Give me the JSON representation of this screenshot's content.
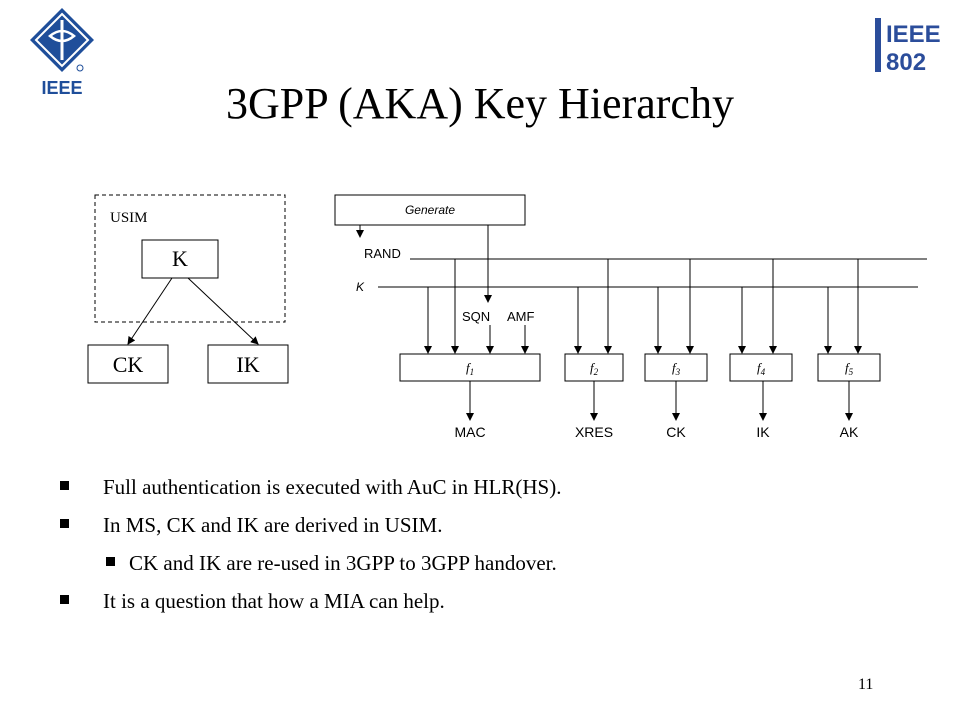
{
  "slide": {
    "title": "3GPP (AKA)  Key Hierarchy",
    "page_number": "11"
  },
  "logos": {
    "left": {
      "icon": "ieee-logo-icon",
      "text": "IEEE",
      "color": "#1f4e9a"
    },
    "right": {
      "icon": "ieee-802-logo-icon",
      "line1": "IEEE",
      "line2": "802",
      "color": "#2b4d9b"
    }
  },
  "usim_diagram": {
    "container_label": "USIM",
    "root_key": "K",
    "derived_keys": [
      "CK",
      "IK"
    ]
  },
  "aka_diagram": {
    "generate_label": "Generate",
    "rand_label": "RAND",
    "k_label": "K",
    "sqn_label": "SQN",
    "amf_label": "AMF",
    "functions": [
      {
        "base": "f",
        "sub": "1",
        "output": "MAC"
      },
      {
        "base": "f",
        "sub": "2",
        "output": "XRES"
      },
      {
        "base": "f",
        "sub": "3",
        "output": "CK"
      },
      {
        "base": "f",
        "sub": "4",
        "output": "IK"
      },
      {
        "base": "f",
        "sub": "5",
        "output": "AK"
      }
    ]
  },
  "bullets": [
    {
      "text": "Full authentication is executed with AuC in HLR(HS).",
      "level": 1
    },
    {
      "text": "In MS, CK and IK are derived in USIM.",
      "level": 1
    },
    {
      "text": "CK and IK are re-used in 3GPP to 3GPP handover.",
      "level": 2
    },
    {
      "text": "It is a question that how a MIA can help.",
      "level": 1
    }
  ]
}
